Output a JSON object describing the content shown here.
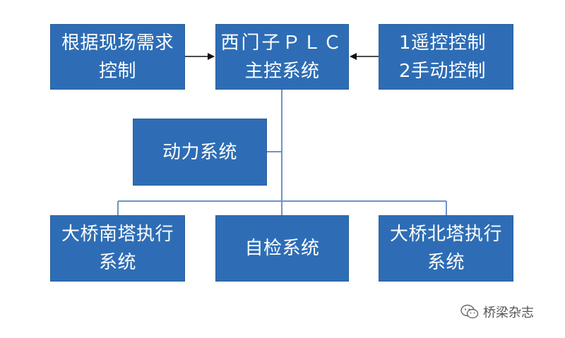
{
  "colors": {
    "box_fill": "#2e6db5",
    "box_text": "#ffffff",
    "connector": "#6f93c4",
    "arrow": "#111111"
  },
  "nodes": {
    "site_demand": {
      "lines": [
        "根据现场需求",
        "控制"
      ]
    },
    "plc": {
      "lines": [
        "西门子ＰＬＣ",
        "主控系统"
      ]
    },
    "remote_manual": {
      "lines": [
        "1遥控控制",
        "2手动控制"
      ]
    },
    "power": {
      "lines": [
        "动力系统"
      ]
    },
    "south_tower": {
      "lines": [
        "大桥南塔执行",
        "系统"
      ]
    },
    "self_check": {
      "lines": [
        "自检系统"
      ]
    },
    "north_tower": {
      "lines": [
        "大桥北塔执行",
        "系统"
      ]
    }
  },
  "edges": [
    {
      "from": "site_demand",
      "to": "plc",
      "type": "arrow"
    },
    {
      "from": "remote_manual",
      "to": "plc",
      "type": "arrow"
    },
    {
      "from": "plc",
      "to": "power",
      "type": "line"
    },
    {
      "from": "plc",
      "to": "south_tower",
      "type": "line"
    },
    {
      "from": "plc",
      "to": "self_check",
      "type": "line"
    },
    {
      "from": "plc",
      "to": "north_tower",
      "type": "line"
    }
  ],
  "watermark": {
    "icon": "wechat-icon",
    "text": "桥梁杂志"
  }
}
